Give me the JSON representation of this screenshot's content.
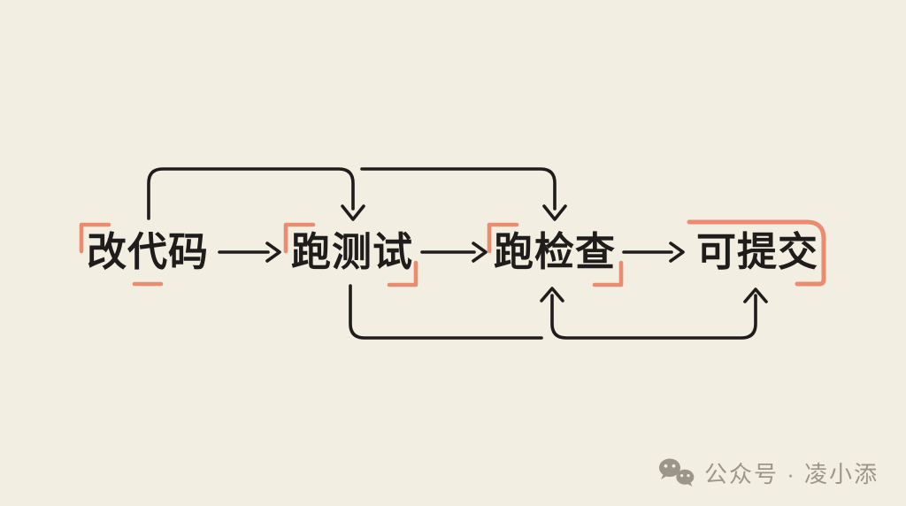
{
  "theme": {
    "bg": "#F3EEE2",
    "ink": "#1E1D1B",
    "accent": "#E98C6F",
    "muted": "#9C968A"
  },
  "diagram": {
    "nodes": [
      {
        "id": "edit-code",
        "label": "改代码"
      },
      {
        "id": "run-tests",
        "label": "跑测试"
      },
      {
        "id": "run-checks",
        "label": "跑检查"
      },
      {
        "id": "ready-to-commit",
        "label": "可提交"
      }
    ],
    "edges": [
      {
        "from": "改代码",
        "to": "跑测试",
        "style": "straight-arrow"
      },
      {
        "from": "跑测试",
        "to": "跑检查",
        "style": "straight-arrow"
      },
      {
        "from": "跑检查",
        "to": "可提交",
        "style": "straight-arrow"
      },
      {
        "from": "改代码",
        "to": "跑测试",
        "style": "curve-over-top"
      },
      {
        "from": "跑测试",
        "to": "跑检查",
        "style": "curve-over-top"
      },
      {
        "from": "跑测试",
        "to": "跑检查",
        "style": "curve-under-bottom"
      },
      {
        "from": "跑检查",
        "to": "可提交",
        "style": "curve-under-bottom"
      }
    ]
  },
  "watermark": {
    "icon": "wechat-icon",
    "text": "公众号 · 凌小添"
  }
}
